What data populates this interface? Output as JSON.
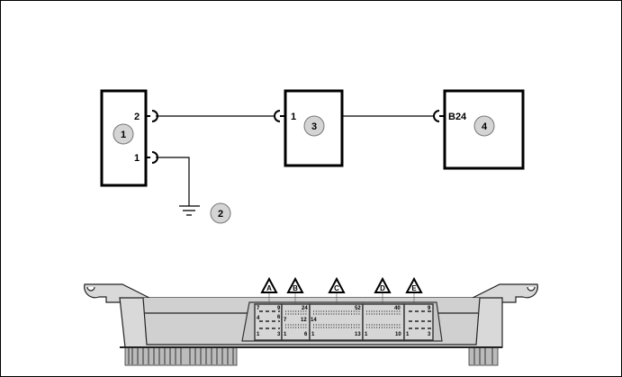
{
  "components": [
    {
      "callout": "1",
      "pins": [
        "2",
        "1"
      ]
    },
    {
      "callout": "2"
    },
    {
      "callout": "3",
      "pins": [
        "1"
      ]
    },
    {
      "callout": "4",
      "pins": [
        "B24"
      ]
    }
  ],
  "ecu_connectors": [
    {
      "label": "A",
      "pins": [
        "7",
        "9",
        "4",
        "6",
        "1",
        "3"
      ]
    },
    {
      "label": "B",
      "pins": [
        "24",
        "7",
        "12",
        "1",
        "6"
      ]
    },
    {
      "label": "C",
      "pins": [
        "52",
        "14",
        "1",
        "13"
      ]
    },
    {
      "label": "D",
      "pins": [
        "40",
        "1",
        "10"
      ]
    },
    {
      "label": "E",
      "pins": [
        "9",
        "1",
        "3"
      ]
    }
  ],
  "colors": {
    "callout_fill": "#d4d4d4",
    "ecu_fill": "#d9d9d9"
  }
}
